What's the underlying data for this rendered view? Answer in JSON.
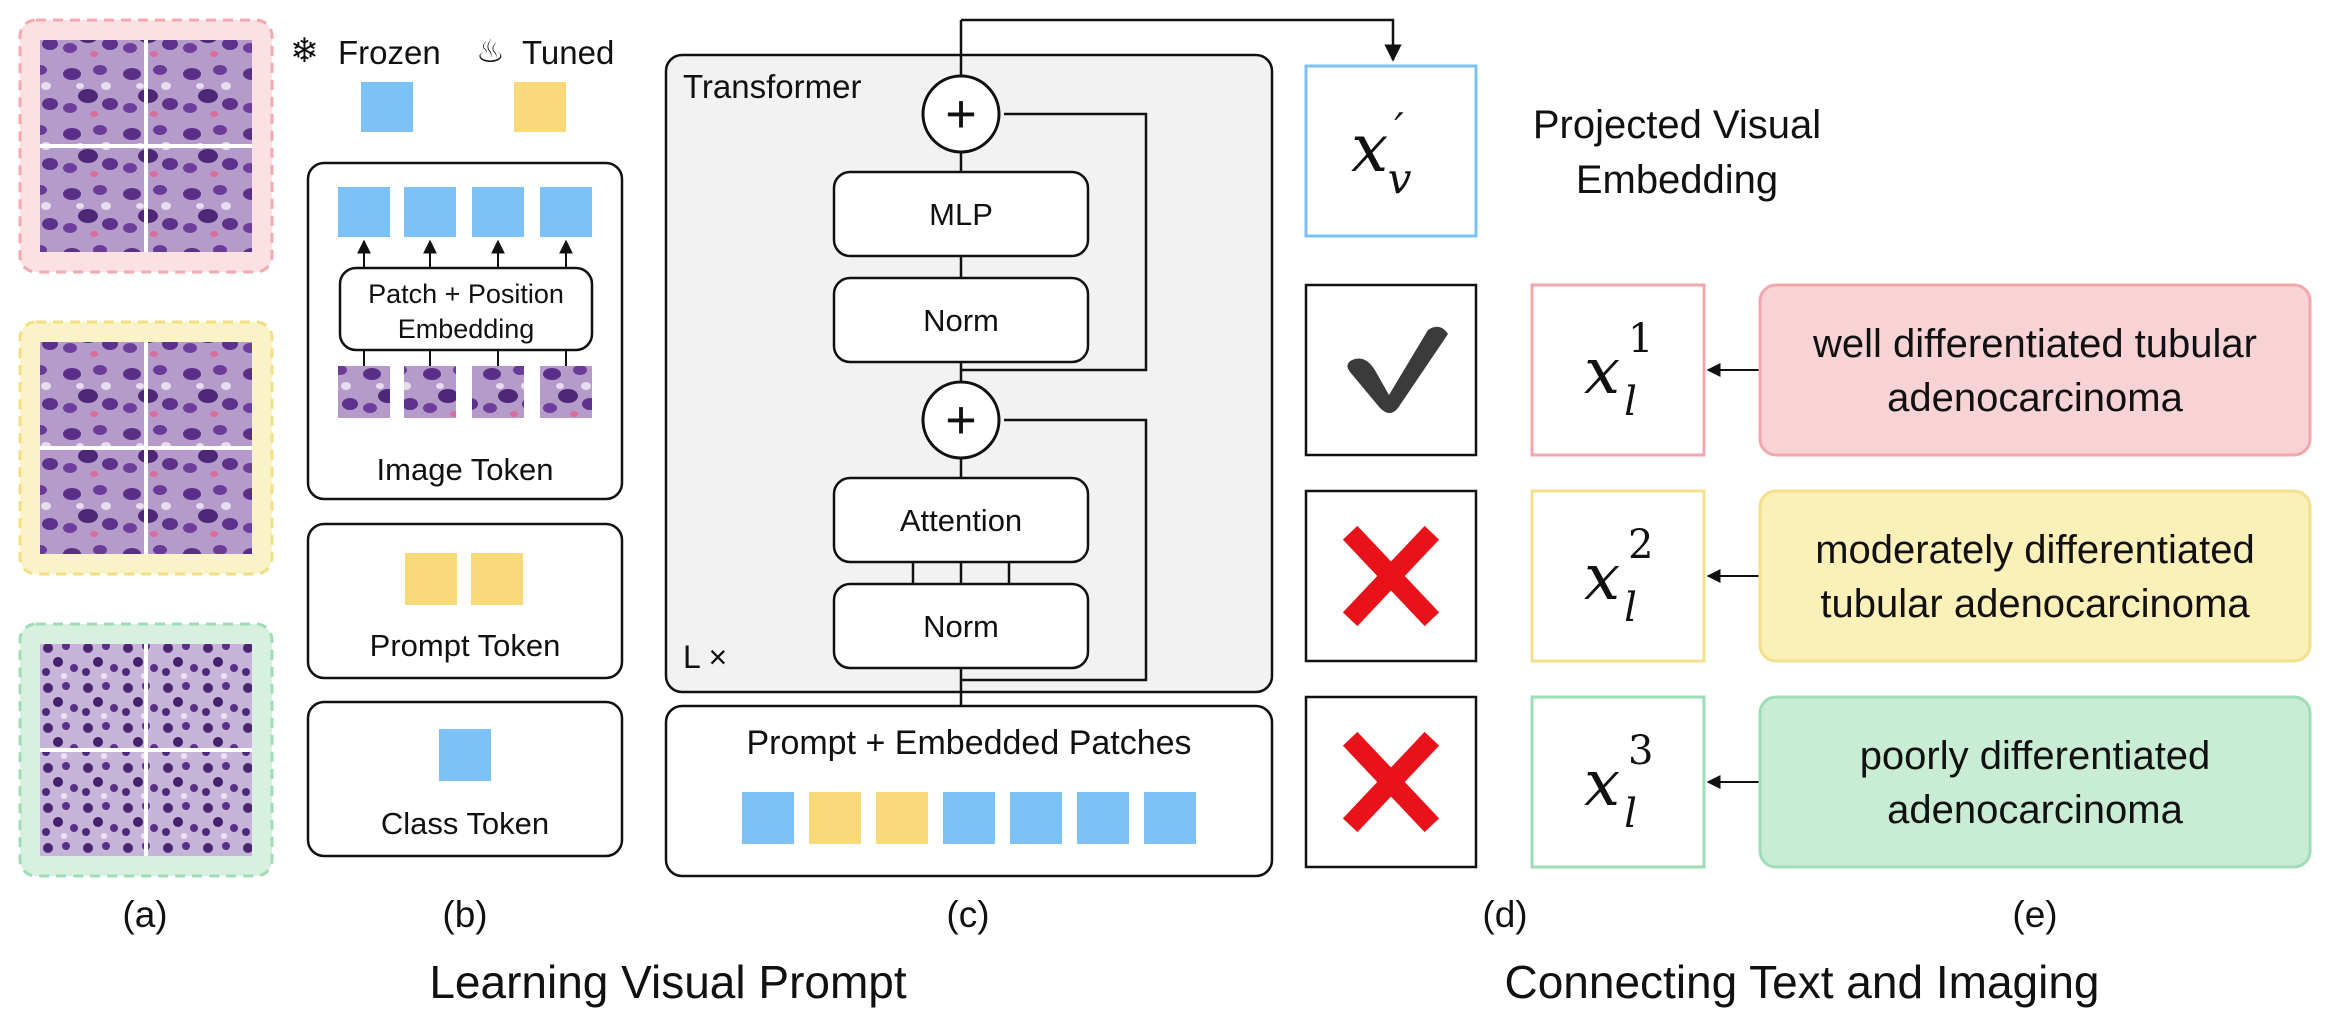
{
  "legend": {
    "frozen": "Frozen",
    "tuned": "Tuned",
    "frozen_color": "#7CC2F6",
    "tuned_color": "#FAD97A"
  },
  "panel_b": {
    "patch_position_line1": "Patch + Position",
    "patch_position_line2": "Embedding",
    "image_token": "Image Token",
    "prompt_token": "Prompt Token",
    "class_token": "Class Token"
  },
  "panel_c": {
    "transformer": "Transformer",
    "mlp": "MLP",
    "norm_top": "Norm",
    "attention": "Attention",
    "norm_bottom": "Norm",
    "repeat": "L ×",
    "embedded_patches": "Prompt + Embedded Patches",
    "sequence": [
      "frozen",
      "tuned",
      "tuned",
      "frozen",
      "frozen",
      "frozen",
      "frozen"
    ]
  },
  "panel_d": {
    "projected_line1": "Projected Visual",
    "projected_line2": "Embedding",
    "results": [
      "check",
      "cross",
      "cross"
    ]
  },
  "panel_e": {
    "texts": [
      {
        "line1": "well differentiated tubular",
        "line2": "adenocarcinoma",
        "fill": "#F8D3D5",
        "stroke": "#F2A7AC"
      },
      {
        "line1": "moderately differentiated",
        "line2": "tubular adenocarcinoma",
        "fill": "#FBF0B8",
        "stroke": "#F3E08A"
      },
      {
        "line1": "poorly differentiated",
        "line2": "adenocarcinoma",
        "fill": "#C9ECD5",
        "stroke": "#9FDDB6"
      }
    ],
    "superscripts": [
      "1",
      "2",
      "3"
    ]
  },
  "panel_a": {
    "tiles": [
      {
        "fill": "#FBE1E3",
        "stroke": "#F3A9AF"
      },
      {
        "fill": "#FBF3C8",
        "stroke": "#F2DE83"
      },
      {
        "fill": "#D7F0E0",
        "stroke": "#9FDDB6"
      }
    ]
  },
  "captions": [
    "(a)",
    "(b)",
    "(c)",
    "(d)",
    "(e)"
  ],
  "section_titles": {
    "left": "Learning Visual Prompt",
    "right": "Connecting Text and Imaging"
  }
}
